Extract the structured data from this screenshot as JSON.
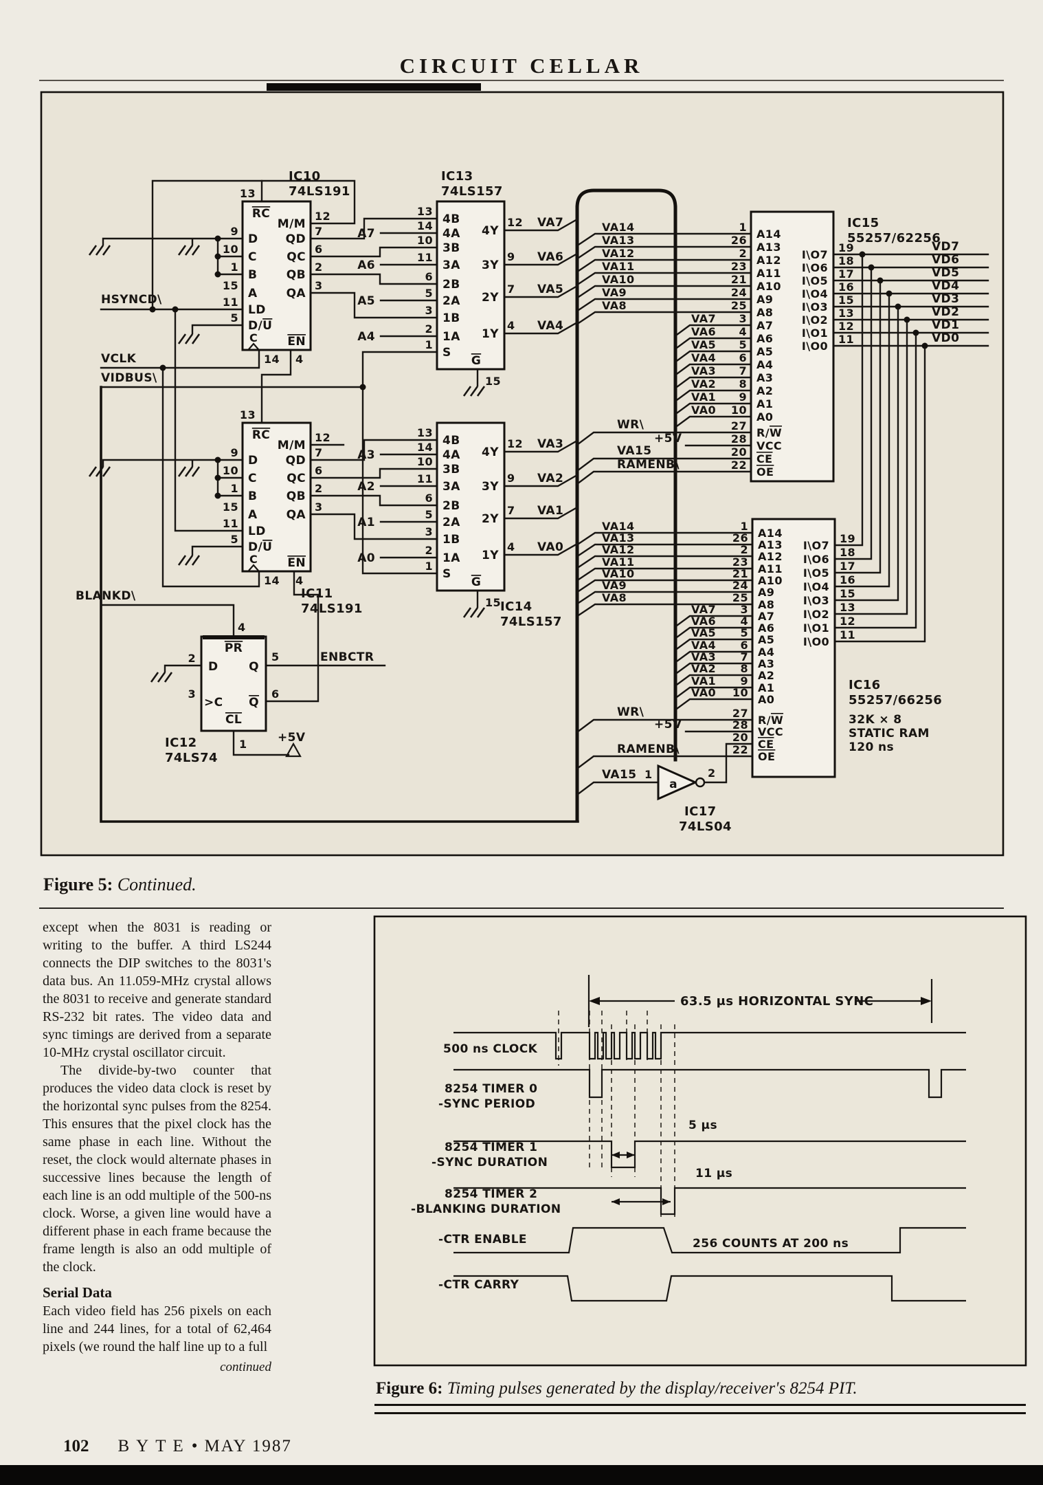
{
  "header": {
    "title": "CIRCUIT CELLAR"
  },
  "figure5": {
    "caption_label": "Figure 5:",
    "caption_text": "Continued.",
    "ics": {
      "ic10": {
        "ref": "IC10",
        "part": "74LS191"
      },
      "ic11": {
        "ref": "IC11",
        "part": "74LS191"
      },
      "ic12": {
        "ref": "IC12",
        "part": "74LS74"
      },
      "ic13": {
        "ref": "IC13",
        "part": "74LS157"
      },
      "ic14": {
        "ref": "IC14",
        "part": "74LS157"
      },
      "ic15": {
        "ref": "IC15",
        "part": "55257/62256"
      },
      "ic16": {
        "ref": "IC16",
        "part": "55257/66256",
        "desc": [
          "32K × 8",
          "STATIC RAM",
          "120 ns"
        ]
      },
      "ic17": {
        "ref": "IC17",
        "part": "74LS04",
        "gate_label": "a",
        "pin_in": "1",
        "pin_out": "2"
      }
    },
    "counter": {
      "top_num": "13",
      "top_label": "RC",
      "left": [
        {
          "n": "9",
          "l": "D"
        },
        {
          "n": "10",
          "l": "C"
        },
        {
          "n": "1",
          "l": "B"
        },
        {
          "n": "15",
          "l": "A"
        },
        {
          "n": "11",
          "l": "LD"
        },
        {
          "n": "5",
          "l": "D/U"
        }
      ],
      "right": [
        {
          "n": "12",
          "l": "M/M"
        },
        {
          "n": "7",
          "l": "QD"
        },
        {
          "n": "6",
          "l": "QC"
        },
        {
          "n": "2",
          "l": "QB"
        },
        {
          "n": "3",
          "l": "QA"
        }
      ],
      "bottom": [
        {
          "n": "14",
          "l": "C"
        },
        {
          "n": "4",
          "l": "EN"
        }
      ]
    },
    "mux": {
      "left": [
        {
          "n": "13",
          "l": "4B"
        },
        {
          "n": "14",
          "l": "4A"
        },
        {
          "n": "10",
          "l": "3B"
        },
        {
          "n": "11",
          "l": "3A"
        },
        {
          "n": "6",
          "l": "2B"
        },
        {
          "n": "5",
          "l": "2A"
        },
        {
          "n": "3",
          "l": "1B"
        },
        {
          "n": "2",
          "l": "1A"
        },
        {
          "n": "1",
          "l": "S"
        }
      ],
      "right": [
        {
          "n": "12",
          "l": "4Y"
        },
        {
          "n": "9",
          "l": "3Y"
        },
        {
          "n": "7",
          "l": "2Y"
        },
        {
          "n": "4",
          "l": "1Y"
        }
      ],
      "bottom": {
        "n": "15",
        "l": "G"
      }
    },
    "ram": {
      "left": [
        [
          "1",
          "A14"
        ],
        [
          "26",
          "A13"
        ],
        [
          "2",
          "A12"
        ],
        [
          "23",
          "A11"
        ],
        [
          "21",
          "A10"
        ],
        [
          "24",
          "A9"
        ],
        [
          "25",
          "A8"
        ],
        [
          "3",
          "A7"
        ],
        [
          "4",
          "A6"
        ],
        [
          "5",
          "A5"
        ],
        [
          "6",
          "A4"
        ],
        [
          "7",
          "A3"
        ],
        [
          "8",
          "A2"
        ],
        [
          "9",
          "A1"
        ],
        [
          "10",
          "A0"
        ],
        [
          "27",
          "R/W"
        ],
        [
          "28",
          "VCC"
        ],
        [
          "20",
          "CE"
        ],
        [
          "22",
          "OE"
        ]
      ],
      "right": [
        [
          "19",
          "I\\O7"
        ],
        [
          "18",
          "I\\O6"
        ],
        [
          "17",
          "I\\O5"
        ],
        [
          "16",
          "I\\O4"
        ],
        [
          "15",
          "I\\O3"
        ],
        [
          "13",
          "I\\O2"
        ],
        [
          "12",
          "I\\O1"
        ],
        [
          "11",
          "I\\O0"
        ]
      ]
    },
    "ff": {
      "top": {
        "n": "4",
        "l": "PR"
      },
      "left": [
        {
          "n": "2",
          "l": "D"
        },
        {
          "n": "3",
          "l": ">C"
        }
      ],
      "right": [
        {
          "n": "5",
          "l": "Q"
        },
        {
          "n": "6",
          "l": "Q"
        }
      ],
      "bottom": {
        "n": "1",
        "l": "CL"
      }
    },
    "signals": {
      "hsync": "HSYNCD\\",
      "vclk": "VCLK",
      "vidbus": "VIDBUS\\",
      "blankd": "BLANKD\\",
      "enbctr": "ENBCTR",
      "plus5v": "+5V",
      "addr_in_upper": [
        "A7",
        "A6",
        "A5",
        "A4"
      ],
      "addr_in_lower": [
        "A3",
        "A2",
        "A1",
        "A0"
      ],
      "va_upper": [
        "VA7",
        "VA6",
        "VA5",
        "VA4"
      ],
      "va_lower": [
        "VA3",
        "VA2",
        "VA1",
        "VA0"
      ],
      "va_bus_hi": [
        "VA14",
        "VA13",
        "VA12",
        "VA11",
        "VA10",
        "VA9",
        "VA8"
      ],
      "va_bus_lo": [
        "VA7",
        "VA6",
        "VA5",
        "VA4",
        "VA3",
        "VA2",
        "VA1",
        "VA0"
      ],
      "va15": "VA15",
      "wr": "WR\\",
      "ramenb": "RAMENB\\",
      "vd": [
        "VD7",
        "VD6",
        "VD5",
        "VD4",
        "VD3",
        "VD2",
        "VD1",
        "VD0"
      ]
    }
  },
  "body": {
    "paragraphs": [
      "except when the 8031 is reading or writing to the buffer. A third LS244 connects the DIP switches to the 8031's data bus. An 11.059-MHz crystal allows the 8031 to receive and generate standard RS-232 bit rates. The video data and sync timings are derived from a separate 10-MHz crystal oscillator circuit.",
      "The divide-by-two counter that produces the video data clock is reset by the horizontal sync pulses from the 8254. This ensures that the pixel clock has the same phase in each line. Without the reset, the clock would alternate phases in successive lines because the length of each line is an odd multiple of the 500-ns clock. Worse, a given line would have a different phase in each frame because the frame length is also an odd multiple of the clock."
    ],
    "heading": "Serial Data",
    "paragraph3": "Each video field has 256 pixels on each line and 244 lines, for a total of 62,464 pixels (we round the half line up to a full",
    "continued": "continued"
  },
  "figure6": {
    "caption_label": "Figure 6:",
    "caption_text": "Timing pulses generated by the display/receiver's 8254 PIT.",
    "span_label": "63.5 μs HORIZONTAL SYNC",
    "rows": [
      {
        "label": [
          "500 ns CLOCK"
        ]
      },
      {
        "label": [
          "8254 TIMER 0",
          "-SYNC PERIOD"
        ]
      },
      {
        "label": [
          "8254 TIMER 1",
          "-SYNC DURATION"
        ]
      },
      {
        "label": [
          "8254 TIMER 2",
          "-BLANKING DURATION"
        ]
      },
      {
        "label": [
          "-CTR ENABLE"
        ]
      },
      {
        "label": [
          "-CTR CARRY"
        ]
      }
    ],
    "annotations": {
      "t1": "5 μs",
      "t2": "11 μs",
      "ctr": "256 COUNTS AT 200 ns"
    }
  },
  "footer": {
    "page": "102",
    "magazine": "BYTE",
    "bullet": "•",
    "date": "MAY 1987"
  }
}
